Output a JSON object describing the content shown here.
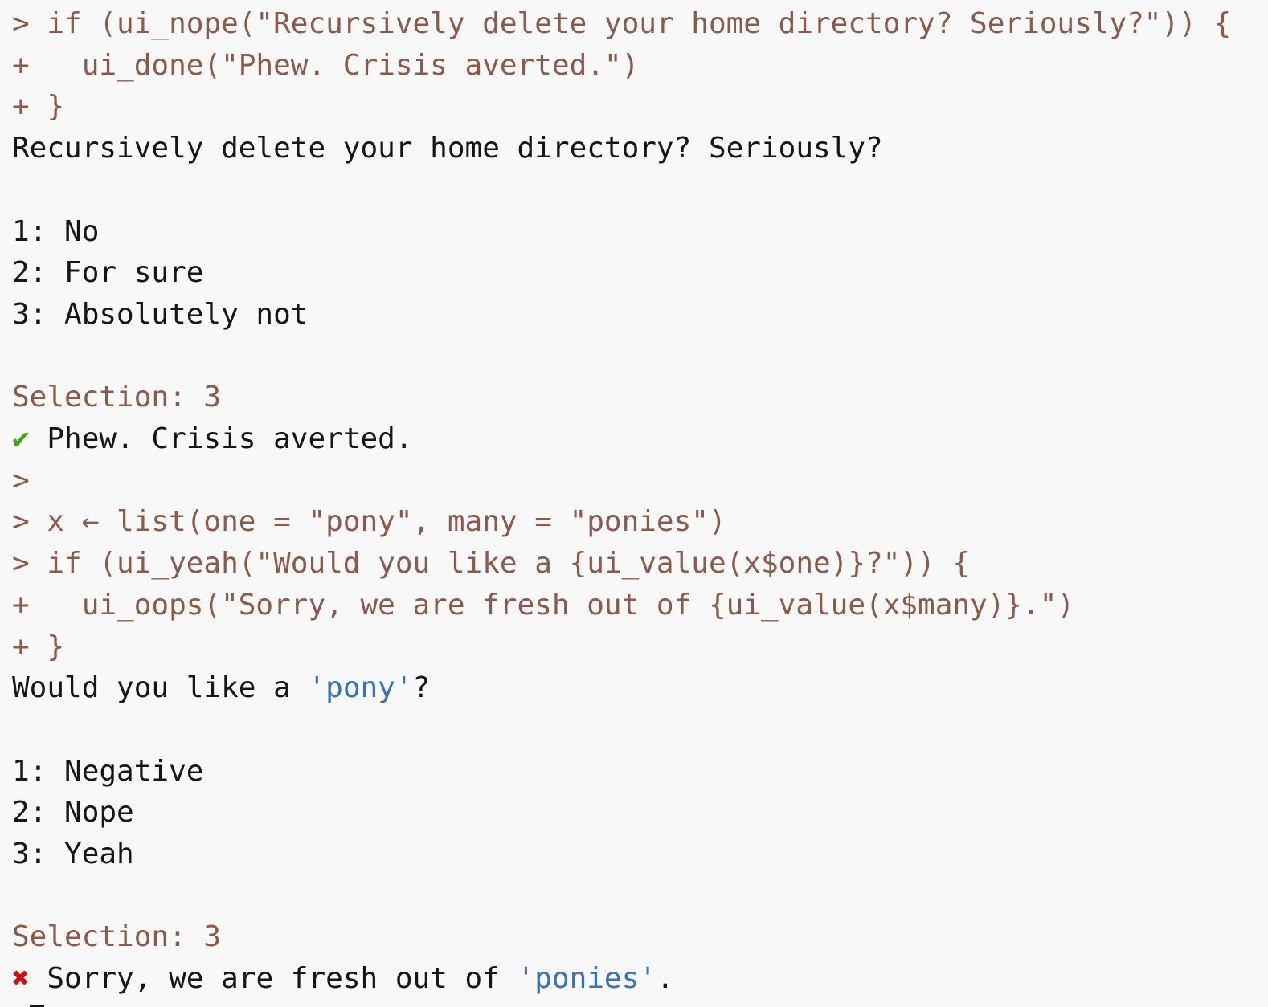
{
  "console": {
    "type": "r-console-session",
    "colors": {
      "background": "#f8f8f8",
      "input_brown": "#8b5a4a",
      "output_black": "#161616",
      "value_blue": "#3b73b1",
      "success_green": "#45a017",
      "error_red": "#cc1111"
    },
    "lines": [
      {
        "segments": [
          {
            "role": "input",
            "text": "> if (ui_nope(\"Recursively delete your home directory? Seriously?\")) {"
          }
        ]
      },
      {
        "segments": [
          {
            "role": "input",
            "text": "+   ui_done(\"Phew. Crisis averted.\")"
          }
        ]
      },
      {
        "segments": [
          {
            "role": "input",
            "text": "+ }"
          }
        ]
      },
      {
        "segments": [
          {
            "role": "output",
            "text": "Recursively delete your home directory? Seriously?"
          }
        ]
      },
      {
        "segments": []
      },
      {
        "segments": [
          {
            "role": "output",
            "text": "1: No"
          }
        ]
      },
      {
        "segments": [
          {
            "role": "output",
            "text": "2: For sure"
          }
        ]
      },
      {
        "segments": [
          {
            "role": "output",
            "text": "3: Absolutely not"
          }
        ]
      },
      {
        "segments": []
      },
      {
        "segments": [
          {
            "role": "input",
            "text": "Selection: 3"
          }
        ]
      },
      {
        "segments": [
          {
            "role": "success-icon",
            "text": "✔"
          },
          {
            "role": "output",
            "text": " Phew. Crisis averted."
          }
        ]
      },
      {
        "segments": [
          {
            "role": "input",
            "text": ">"
          }
        ]
      },
      {
        "segments": [
          {
            "role": "input",
            "text": "> x ← list(one = \"pony\", many = \"ponies\")"
          }
        ]
      },
      {
        "segments": [
          {
            "role": "input",
            "text": "> if (ui_yeah(\"Would you like a {ui_value(x$one)}?\")) {"
          }
        ]
      },
      {
        "segments": [
          {
            "role": "input",
            "text": "+   ui_oops(\"Sorry, we are fresh out of {ui_value(x$many)}.\")"
          }
        ]
      },
      {
        "segments": [
          {
            "role": "input",
            "text": "+ }"
          }
        ]
      },
      {
        "segments": [
          {
            "role": "output",
            "text": "Would you like a "
          },
          {
            "role": "value",
            "text": "'pony'"
          },
          {
            "role": "output",
            "text": "?"
          }
        ]
      },
      {
        "segments": []
      },
      {
        "segments": [
          {
            "role": "output",
            "text": "1: Negative"
          }
        ]
      },
      {
        "segments": [
          {
            "role": "output",
            "text": "2: Nope"
          }
        ]
      },
      {
        "segments": [
          {
            "role": "output",
            "text": "3: Yeah"
          }
        ]
      },
      {
        "segments": []
      },
      {
        "segments": [
          {
            "role": "input",
            "text": "Selection: 3"
          }
        ]
      },
      {
        "segments": [
          {
            "role": "error-icon",
            "text": "✖"
          },
          {
            "role": "output",
            "text": " Sorry, we are fresh out of "
          },
          {
            "role": "value",
            "text": "'ponies'"
          },
          {
            "role": "output",
            "text": "."
          }
        ]
      },
      {
        "segments": [
          {
            "role": "output",
            "text": " "
          },
          {
            "role": "cursor",
            "text": ""
          }
        ]
      }
    ]
  }
}
